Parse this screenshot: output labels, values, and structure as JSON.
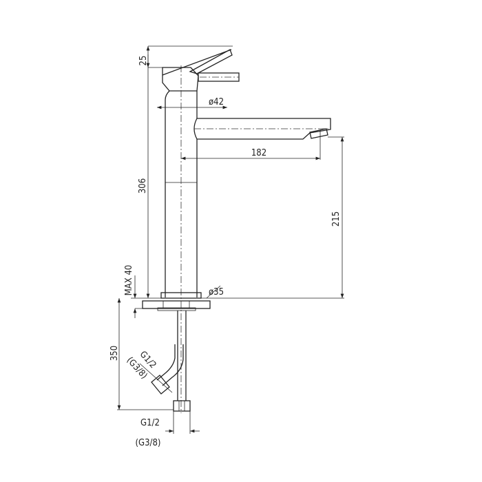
{
  "dimensions": {
    "lever_height": "25",
    "total_height": "306",
    "body_diameter": "ø42",
    "spout_reach": "182",
    "spout_height": "215",
    "max_counter_thickness": "MAX 40",
    "base_diameter": "ø35",
    "hose_length": "350",
    "hose_thread": "G1/2",
    "hose_thread_alt": "(G3/8)",
    "bottom_thread": "G1/2",
    "bottom_thread_alt": "(G3/8)"
  }
}
